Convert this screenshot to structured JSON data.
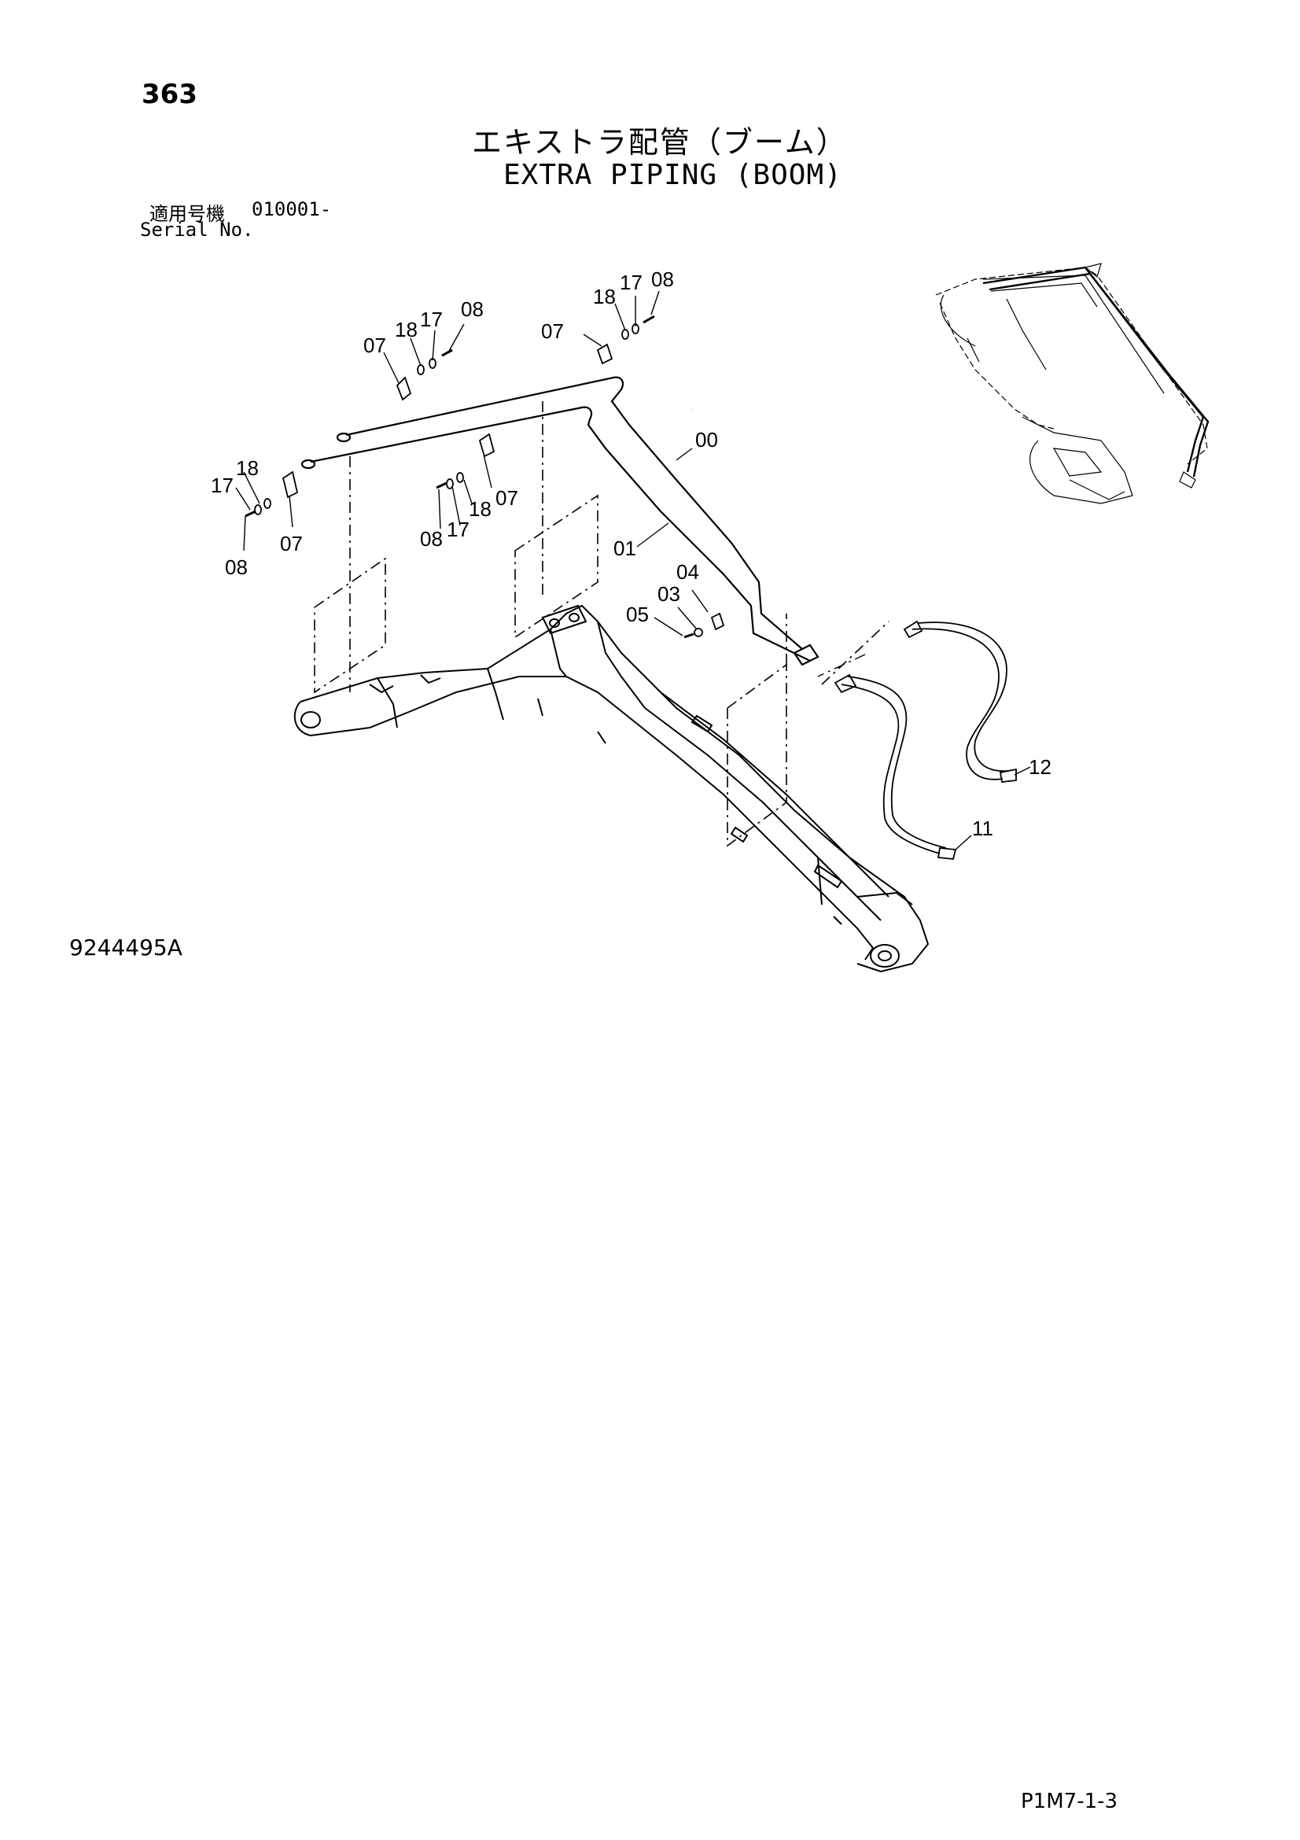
{
  "page_number": "363",
  "title_jp": "エキストラ配管（ブーム）",
  "title_en": "EXTRA PIPING (BOOM)",
  "serial": {
    "label_jp": "適用号機",
    "value": "010001-",
    "label_en": "Serial No."
  },
  "drawing_number": "9244495A",
  "page_ref": "P1M7-1-3",
  "callouts": {
    "c1": "07",
    "c2": "18",
    "c3": "17",
    "c4": "08",
    "c5": "07",
    "c6": "18",
    "c7": "17",
    "c8": "08",
    "c9": "18",
    "c10": "17",
    "c11": "07",
    "c12": "08",
    "c13": "07",
    "c14": "18",
    "c15": "17",
    "c16": "08",
    "c17": "00",
    "c18": "01",
    "c19": "04",
    "c20": "03",
    "c21": "05",
    "c22": "12",
    "c23": "11"
  }
}
